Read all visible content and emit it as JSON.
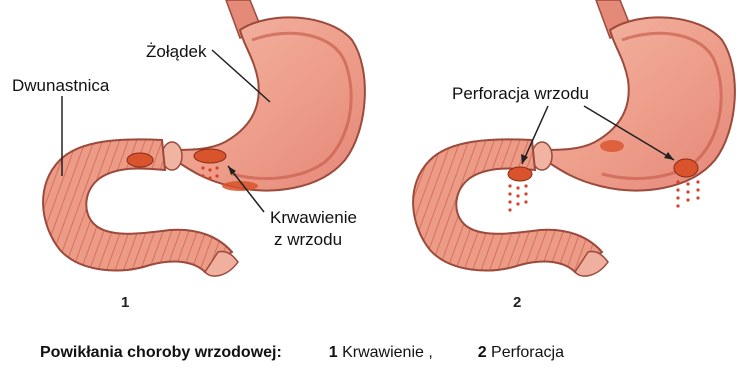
{
  "labels": {
    "duodenum": "Dwunastnica",
    "stomach": "Żołądek",
    "bleeding_line1": "Krwawienie",
    "bleeding_line2": "z wrzodu",
    "perforation": "Perforacja wrzodu"
  },
  "panels": {
    "left_number": "1",
    "right_number": "2"
  },
  "caption": {
    "title": "Powikłania choroby wrzodowej:",
    "item1_num": "1",
    "item1_text": "Krwawienie ,",
    "item2_num": "2",
    "item2_text": "Perforacja"
  },
  "colors": {
    "wall": "#e07a6a",
    "inner": "#f6c2b2",
    "outline": "#9b4a3c",
    "ulcer": "#d9532c",
    "blood": "#d8402a"
  }
}
